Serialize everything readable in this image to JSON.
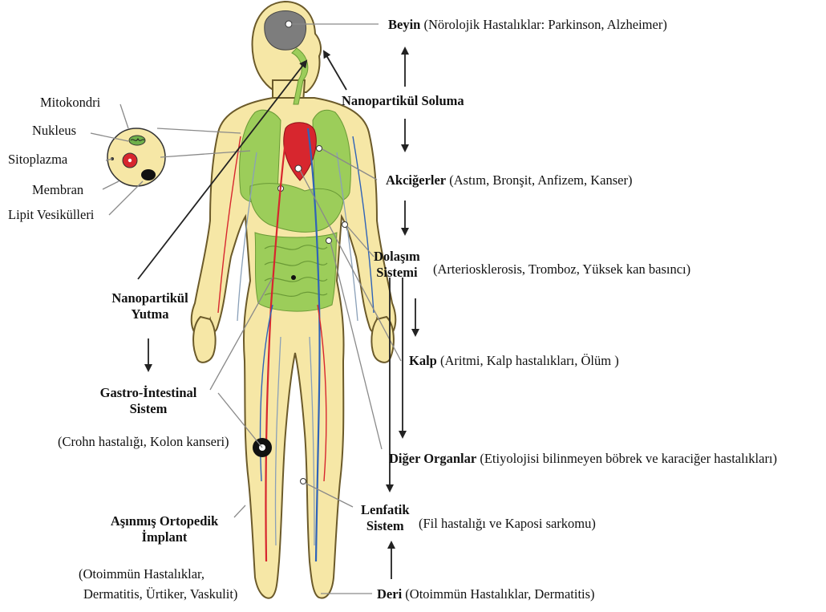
{
  "brain": {
    "name": "Beyin",
    "desc": "(Nörolojik  Hastalıklar: Parkinson, Alzheimer)"
  },
  "inhalation": {
    "name": "Nanopartikül  Soluma"
  },
  "lungs": {
    "name": "Akciğerler",
    "desc": "(Astım, Bronşit, Anfizem, Kanser)"
  },
  "circulatory": {
    "name_line1": "Dolaşım",
    "name_line2": "Sistemi",
    "desc": "(Arteriosklerosis,  Tromboz, Yüksek kan basıncı)"
  },
  "heart": {
    "name": "Kalp",
    "desc": "(Aritmi,  Kalp hastalıkları, Ölüm )"
  },
  "other_organs": {
    "name": "Diğer  Organlar",
    "desc": "(Etiyolojisi bilinmeyen böbrek ve karaciğer hastalıkları)"
  },
  "lymphatic": {
    "name_line1": "Lenfatik",
    "name_line2": "Sistem",
    "desc": "(Fil  hastalığı ve Kaposi sarkomu)"
  },
  "skin": {
    "name": "Deri",
    "desc": "(Otoimmün Hastalıklar, Dermatitis)"
  },
  "cell": {
    "mitochondria": "Mitokondri",
    "nucleus": "Nukleus",
    "cytoplasm": "Sitoplazma",
    "membrane": "Membran",
    "lipid_vesicles": "Lipit  Vesikülleri"
  },
  "ingestion": {
    "line1": "Nanopartikül",
    "line2": "Yutma"
  },
  "gastro": {
    "line1": "Gastro-İntestinal",
    "line2": "Sistem",
    "desc": "(Crohn hastalığı, Kolon kanseri)"
  },
  "implant": {
    "line1": "Aşınmış  Ortopedik",
    "line2": "İmplant",
    "desc1": "(Otoimmün Hastalıklar,",
    "desc2": "Dermatitis, Ürtiker, Vaskulit)"
  },
  "colors": {
    "skin": "#f6e7a6",
    "organ_green": "#9ccd5a",
    "heart_red": "#d7262e",
    "vein_blue": "#2f63b8",
    "brain_grey": "#7d7d7d"
  }
}
